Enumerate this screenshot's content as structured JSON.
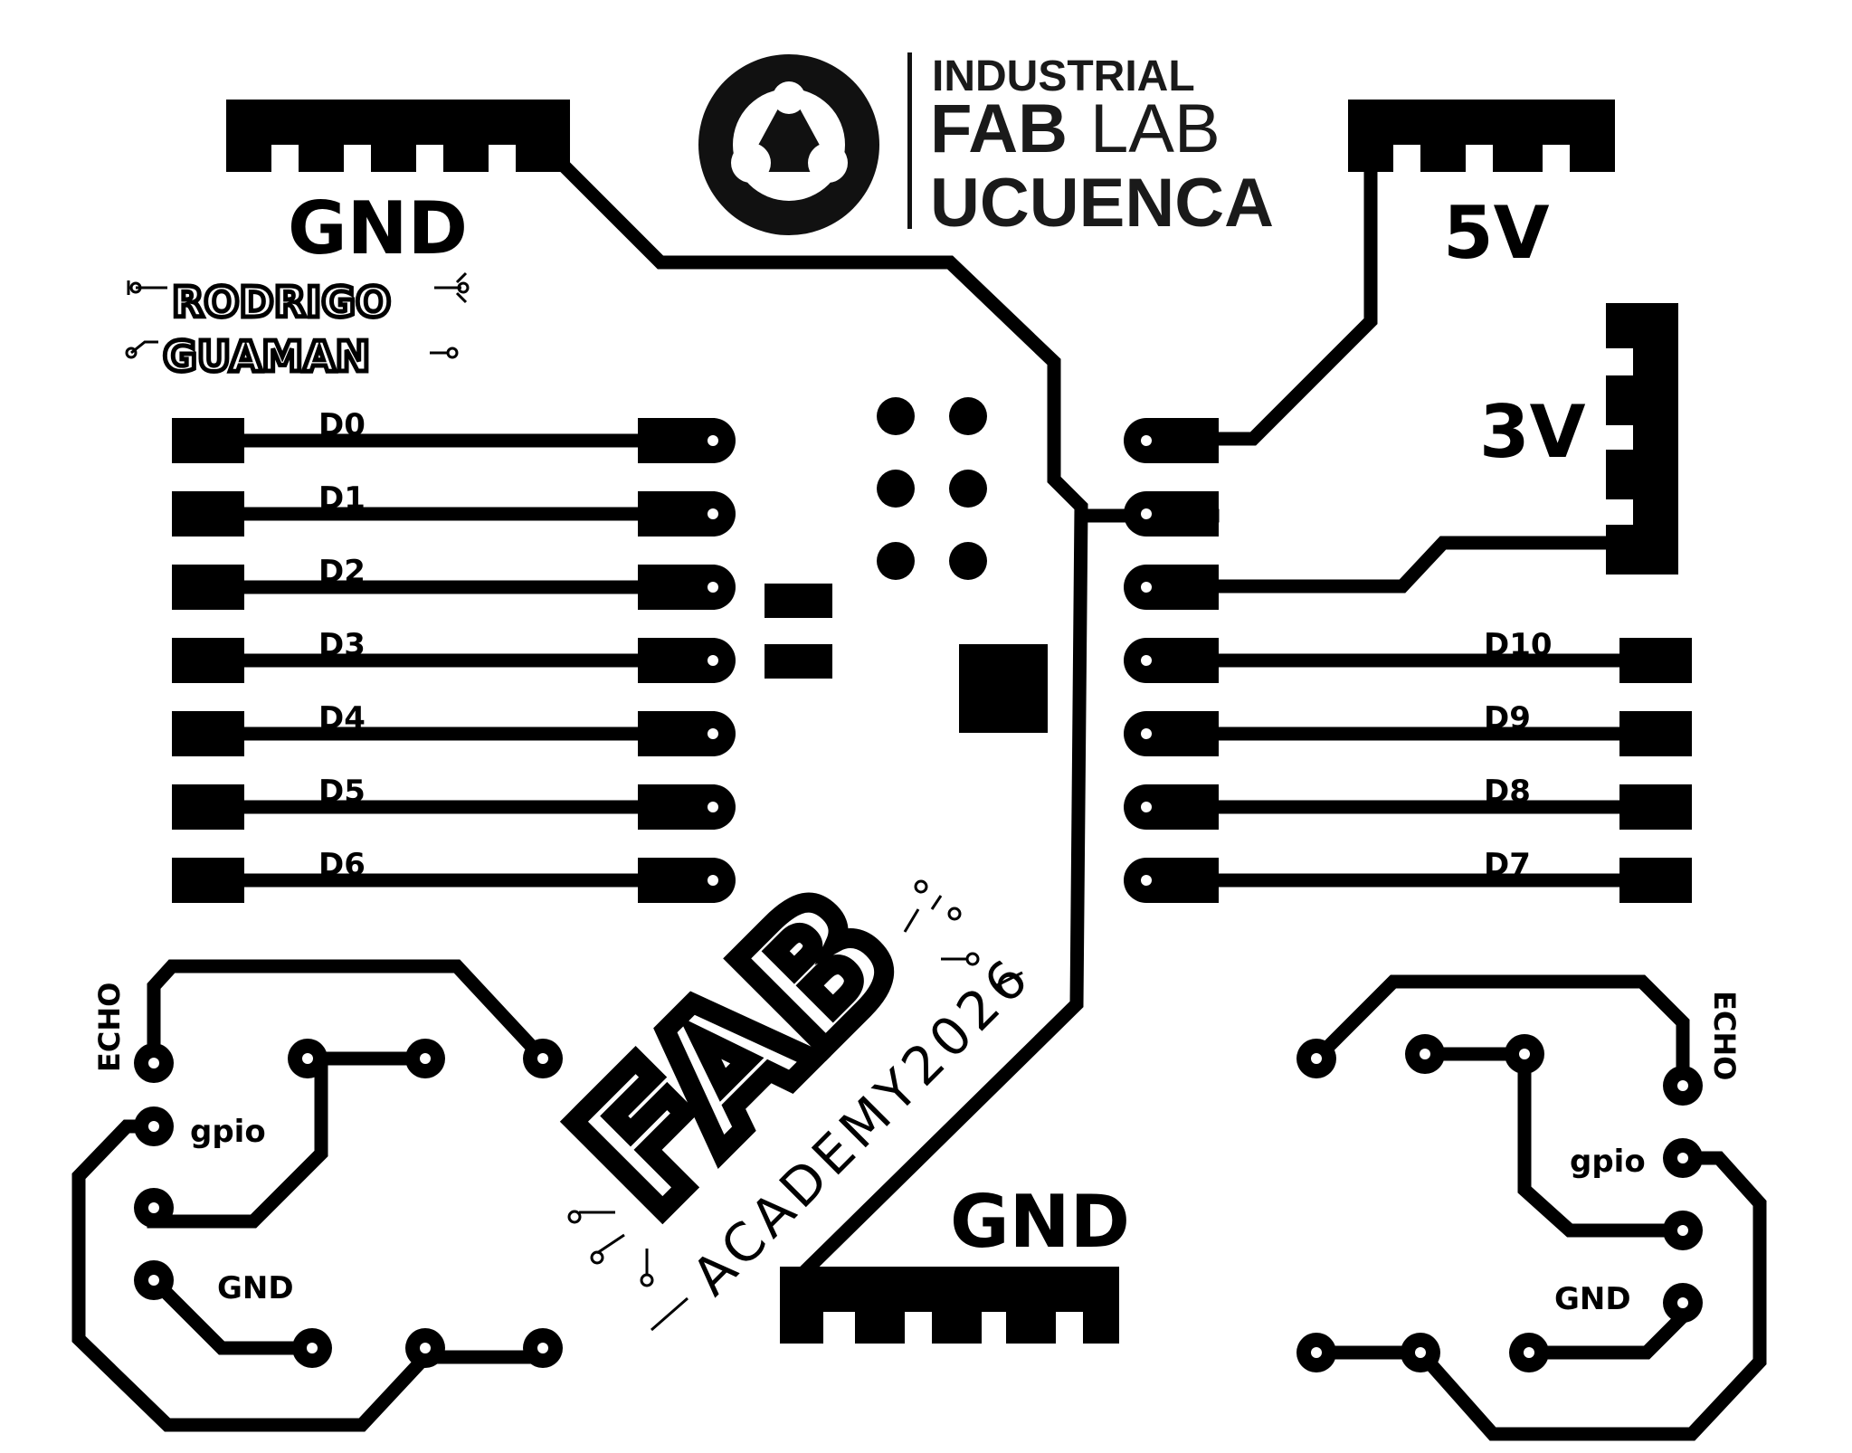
{
  "logo": {
    "line1": "INDUSTRIAL",
    "line2_bold": "FAB",
    "line2_light": "LAB",
    "line3": "UCUENCA"
  },
  "author": {
    "first": "RODRIGO",
    "last": "GUAMAN"
  },
  "power_labels": {
    "gnd_top": "GND",
    "gnd_bottom": "GND",
    "v5": "5V",
    "v3": "3V"
  },
  "pins_left": [
    "D0",
    "D1",
    "D2",
    "D3",
    "D4",
    "D5",
    "D6"
  ],
  "pins_right": [
    "D10",
    "D9",
    "D8",
    "D7"
  ],
  "sensor_left": {
    "echo": "ECHO",
    "gpio": "gpio",
    "gnd": "GND"
  },
  "sensor_right": {
    "echo": "ECHO",
    "gpio": "gpio",
    "gnd": "GND"
  },
  "fab_academy": {
    "fab": "FAB",
    "academy": "ACADEMY2026"
  },
  "colors": {
    "copper": "#000000",
    "background": "#ffffff"
  }
}
